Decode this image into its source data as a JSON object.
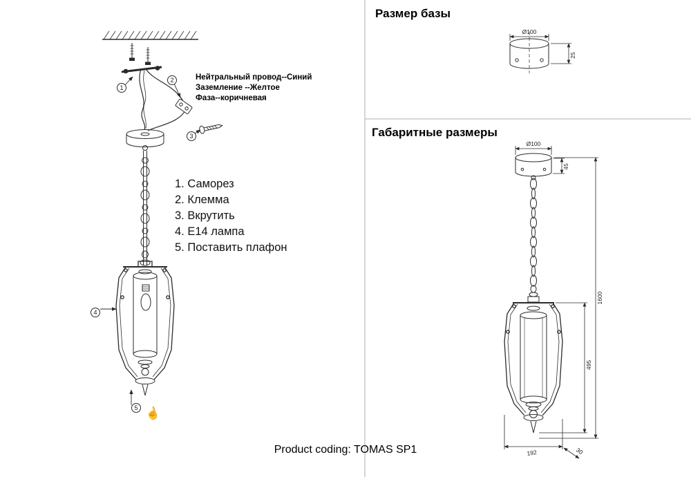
{
  "page": {
    "footer": "Product coding: TOMAS SP1"
  },
  "left_panel": {
    "wire_labels": [
      "Нейтральный провод--Синий",
      "Заземление --Желтое",
      "Фаза--коричневая"
    ],
    "steps": [
      "1. Саморез",
      "2. Клемма",
      "3. Вкрутить",
      "4. Е14 лампа",
      "5. Поставить плафон"
    ],
    "callouts": [
      "1",
      "2",
      "3",
      "4",
      "5"
    ]
  },
  "base_panel": {
    "title": "Размер базы",
    "dim_diameter": "Ø100",
    "dim_height": "25"
  },
  "dimensions_panel": {
    "title": "Габаритные размеры",
    "dim_diameter": "Ø100",
    "dim_canopy_height": "45",
    "dim_total_height": "1600",
    "dim_body_height": "495",
    "dim_width": "192",
    "dim_depth": "30"
  },
  "icons": {
    "hand_icon": "☝"
  }
}
